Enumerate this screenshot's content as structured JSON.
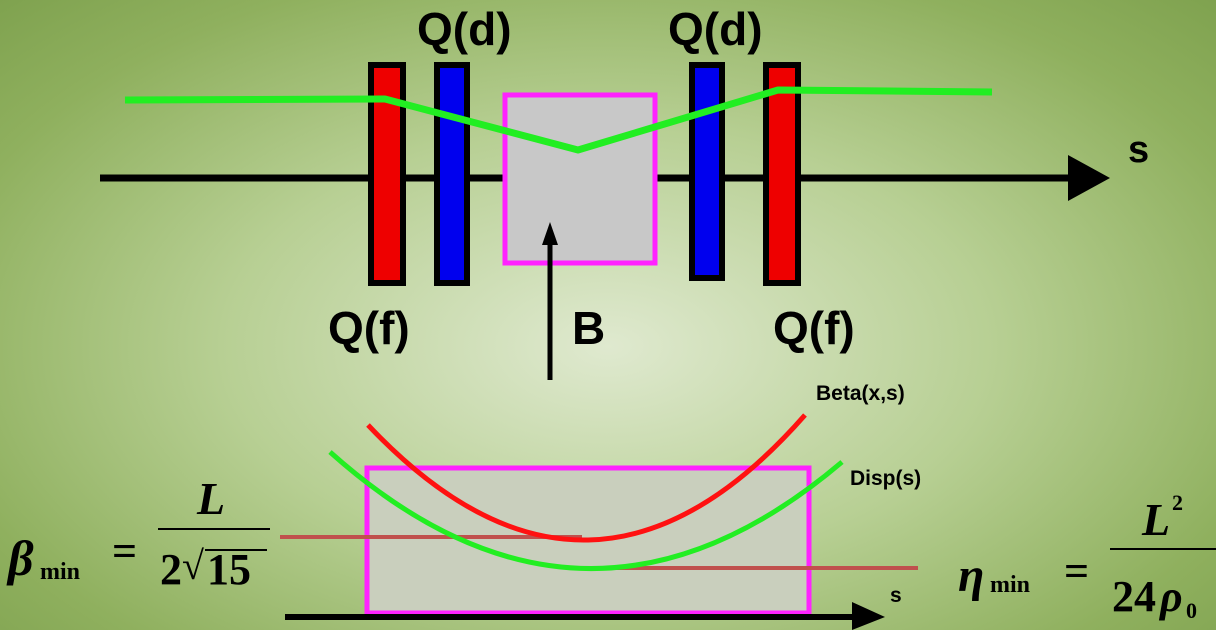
{
  "labels": {
    "q_d_left": "Q(d)",
    "q_d_right": "Q(d)",
    "q_f_left": "Q(f)",
    "q_f_right": "Q(f)",
    "dipole": "B",
    "s_top": "s",
    "s_bottom": "s",
    "beta_curve": "Beta(x,s)",
    "disp_curve": "Disp(s)"
  },
  "formulas": {
    "beta_min": {
      "symbol": "β",
      "subscript": "min",
      "equals": "=",
      "numerator": "L",
      "denominator_coef": "2",
      "radical": "√",
      "radicand": "15"
    },
    "eta_min": {
      "symbol": "η",
      "subscript": "min",
      "equals": "=",
      "numerator": "L",
      "numerator_exp": "2",
      "denominator_coef": "24",
      "denominator_symbol": "ρ",
      "denominator_sub": "0"
    }
  },
  "colors": {
    "focusing_quad": "#ee0000",
    "defocusing_quad": "#0000ee",
    "dipole_border": "#ff22ff",
    "dipole_fill": "#c8c8c8",
    "beta_curve": "#ff1111",
    "dispersion_curve": "#22ee22",
    "level_lines": "#c0504d",
    "axis": "#000000"
  }
}
